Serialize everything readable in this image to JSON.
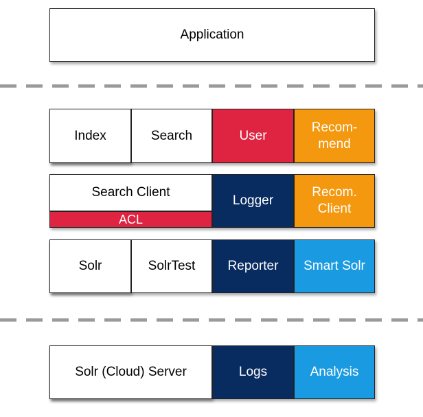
{
  "top": {
    "application": "Application"
  },
  "row1": {
    "index": "Index",
    "search": "Search",
    "user": "User",
    "recommend": "Recom-\nmend"
  },
  "row2": {
    "search_client": "Search Client",
    "acl": "ACL",
    "logger": "Logger",
    "recom_client": "Recom.\nClient"
  },
  "row3": {
    "solr": "Solr",
    "solrtest": "SolrTest",
    "reporter": "Reporter",
    "smart_solr": "Smart Solr"
  },
  "bottom": {
    "server": "Solr (Cloud) Server",
    "logs": "Logs",
    "analysis": "Analysis"
  },
  "colors": {
    "red": "#de2441",
    "orange": "#f4980f",
    "navy": "#082b60",
    "blue": "#1a9be1"
  }
}
